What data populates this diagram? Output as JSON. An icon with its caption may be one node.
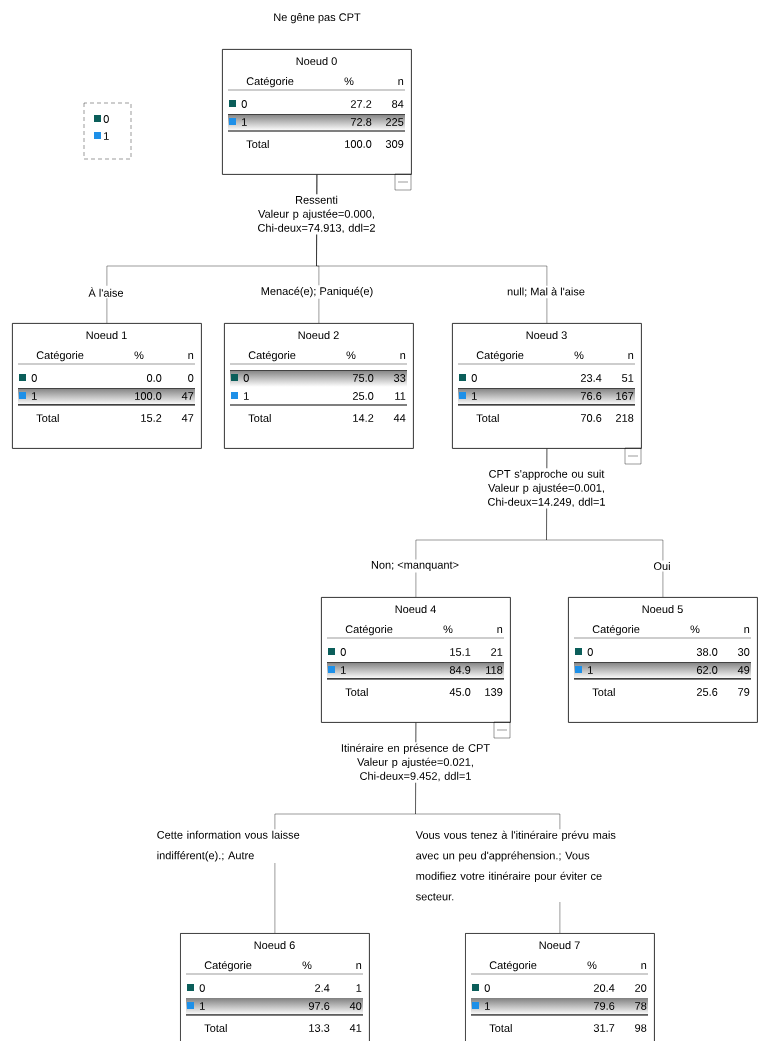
{
  "diagram": {
    "title": "Ne gêne pas CPT",
    "nodes": [
      {
        "text": [
          "Noeud 0",
          "Catégorie",
          "%",
          "n",
          "0",
          "27.2",
          "84",
          "1",
          "72.8",
          "225",
          "Total",
          "100.0",
          "309"
        ],
        "beside": [
          "Ressenti",
          "Valeur p ajustée=0.000, Chi-deux=74.913, ddl=2"
        ]
      },
      {
        "text": [
          "Noeud 1",
          "Catégorie",
          "%",
          "n",
          "0",
          "0.0",
          "0",
          "1",
          "100.0",
          "47",
          "Total",
          "15.2",
          "47"
        ]
      },
      {
        "text": [
          "Noeud 2",
          "Catégorie",
          "%",
          "n",
          "0",
          "75.0",
          "33",
          "1",
          "25.0",
          "11",
          "Total",
          "14.2",
          "44"
        ]
      },
      {
        "text": [
          "Noeud 3",
          "Catégorie",
          "%",
          "n",
          "0",
          "23.4",
          "51",
          "1",
          "76.6",
          "167",
          "Total",
          "70.6",
          "218"
        ],
        "beside": [
          "CPT s'approche ou suit",
          "Valeur p ajustée=0.001, Chi-deux=14.249, ddl=1"
        ]
      },
      {
        "text": [
          "Noeud 4",
          "Catégorie",
          "%",
          "n",
          "0",
          "15.1",
          "21",
          "1",
          "84.9",
          "118",
          "Total",
          "45.0",
          "139"
        ],
        "beside": [
          "Itinéraire en présence de CPT",
          "Valeur p ajustée=0.021, Chi-deux=9.452, ddl=1"
        ]
      },
      {
        "text": [
          "Noeud 5",
          "Catégorie",
          "%",
          "n",
          "0",
          "38.0",
          "30",
          "1",
          "62.0",
          "49",
          "Total",
          "25.6",
          "79"
        ]
      },
      {
        "text": [
          "Noeud 6",
          "Catégorie",
          "%",
          "n",
          "0",
          "2.4",
          "1",
          "1",
          "97.6",
          "40",
          "Total",
          "13.3",
          "41"
        ]
      },
      {
        "text": [
          "Noeud 7",
          "Catégorie",
          "%",
          "n",
          "0",
          "20.4",
          "20",
          "1",
          "79.6",
          "78",
          "Total",
          "31.7",
          "98"
        ]
      }
    ],
    "edges": [
      {
        "from": 0,
        "to": 1,
        "arrow": "none",
        "label": "À l'aise"
      },
      {
        "from": 0,
        "to": 2,
        "arrow": "none",
        "label": "Menacé(e); Paniqué(e)"
      },
      {
        "from": 0,
        "to": 3,
        "arrow": "none",
        "label": "null; Mal à l'aise"
      },
      {
        "from": 3,
        "to": 4,
        "arrow": "none",
        "label": "Non;  <manquant>"
      },
      {
        "from": 3,
        "to": 5,
        "arrow": "none",
        "label": "Oui"
      },
      {
        "from": 4,
        "to": 6,
        "arrow": "none",
        "label": "Cette information vous laisse indifférent(e).; Autre"
      },
      {
        "from": 4,
        "to": 7,
        "arrow": "none",
        "label": "Vous vous tenez à l'itinéraire prévu mais avec un peu d'appréhension.; Vous modifiez votre itinéraire pour éviter ce secteur."
      }
    ],
    "legend": [
      {
        "text": "0",
        "color": "#0b5e5a"
      },
      {
        "text": "1",
        "color": "#1e90e8"
      }
    ]
  }
}
